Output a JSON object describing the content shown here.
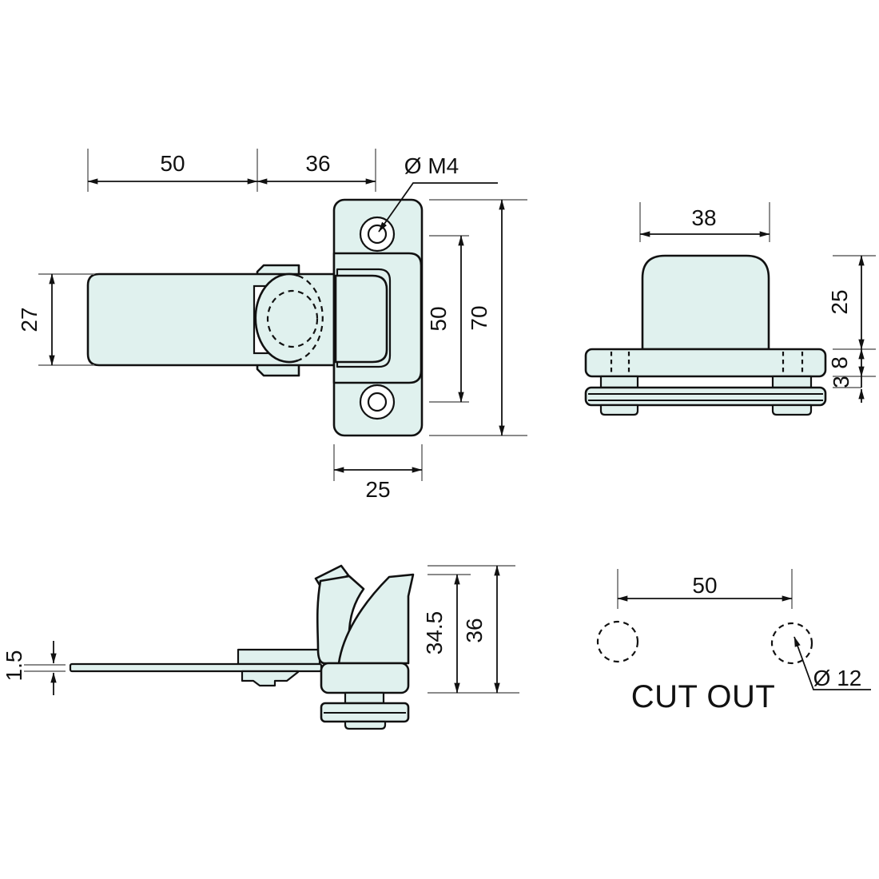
{
  "colors": {
    "part_fill": "#e0f1ee",
    "line": "#111111",
    "tick": "#7a7a7a",
    "text": "#111111"
  },
  "views": {
    "plan": {
      "dim_handle_length": "50",
      "dim_pivot_offset": "36",
      "dim_screw_hole": "Ø M4",
      "dim_handle_width": "27",
      "dim_hole_spacing": "50",
      "dim_plate_length": "70",
      "dim_plate_width": "25"
    },
    "front": {
      "dim_body_width": "38",
      "dim_body_height": "25",
      "dim_flange_height": "8",
      "dim_panel_gap": "3"
    },
    "side": {
      "dim_bar_thickness": "1.5",
      "dim_inner_height": "34.5",
      "dim_total_height": "36"
    },
    "cutout": {
      "dim_hole_spacing": "50",
      "dim_hole_diameter": "Ø 12",
      "label": "CUT OUT"
    }
  }
}
